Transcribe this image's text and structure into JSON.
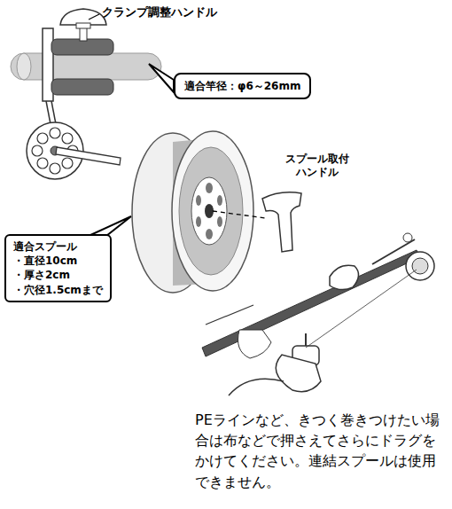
{
  "diagram": {
    "nodes": [
      {
        "text": [
          "適合竿径：φ6～26mm"
        ]
      },
      {
        "text": [
          "適合スプール",
          "・直径10cm",
          "・厚さ2cm",
          "・穴径1.5cmまで"
        ]
      }
    ],
    "labels": [
      "クランプ調整ハンドル",
      "スプール取付ハンドル",
      "PEラインなど、きつく巻きつけたい場合は布などで押さえてさらにドラグをかけてください。連結スプールは使用できません。"
    ]
  }
}
